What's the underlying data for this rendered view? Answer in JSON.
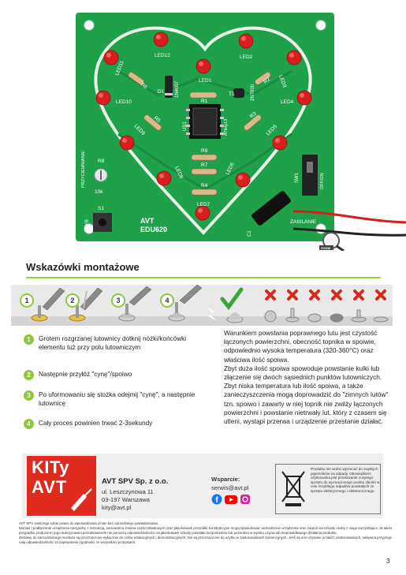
{
  "pcb": {
    "leds": [
      "LED12",
      "LED2",
      "LED11",
      "LED3",
      "LED1",
      "LED10",
      "LED4",
      "LED9",
      "LED5",
      "LED8",
      "LED6",
      "LED7"
    ],
    "labels": {
      "r6": "R6",
      "d1": "D1",
      "d1_part": "1N4007",
      "r1": "R1",
      "t1": "T1",
      "t1_part": "2N7000",
      "r2": "R2",
      "us1": "US1",
      "attiny": "ATtiny13",
      "r5": "R5",
      "r3": "R3",
      "r9": "R9",
      "r7": "R7",
      "r4": "R4",
      "r8": "R8",
      "przyciemnianie": "PRZYCIEMNIANIE",
      "pot": "10k",
      "s1": "S1",
      "tryb": "TRYB",
      "avt": "AVT",
      "edu": "EDU620",
      "sw1": "SW1",
      "onoff": "OFF/ON",
      "zasilanie": "ZASILANIE",
      "c1": "C1",
      "zoom": "ZOOM"
    }
  },
  "heading": "Wskazówki montażowe",
  "strip": {
    "badges": [
      "1",
      "2",
      "3",
      "4"
    ]
  },
  "steps": [
    {
      "num": "1",
      "text": "Grotem rozgrzanej lutownicy dotknij nóżki/końcówki elementu tuż przy polu lutowniczym"
    },
    {
      "num": "2",
      "text": "Następnie przyłóż \"cynę\"/spoiwo"
    },
    {
      "num": "3",
      "text": "Po uformowaniu się stożka odejmij \"cynę\", a następnie lutownicę"
    },
    {
      "num": "4",
      "text": "Cały proces powinien trwać 2-3sekundy"
    }
  ],
  "warning": "Warunkiem powstania poprawnego lutu jest czystość łączonych powierzchni, obecność topnika w spoiwie, odpowiednio wysoka temperatura (320-360°C) oraz właściwa ilość spoiwa.\nZbyt duża ilość spoiwa spowoduje powstanie kulki lub złączenie się dwóch sąsiednich punktów lutowniczych.\nZbyt niska temperatura lub ilość spoiwa, a także zanieczyszczenia mogą doprowadzić do \"zimnych lutów\" tzn. spoiwo i zawarty w niej topnik nie zwilży łączonych powierzchni i powstanie nietrwały lut, który z czasem się utleni, wystąpi przerwa i urządzenie przestanie działać.",
  "footer": {
    "logo_line1": "KITy",
    "logo_line2": "AVT",
    "company": "AVT SPV Sp. z o.o.",
    "address": [
      "ul. Leszczynowa 11",
      "03-197 Warszawa",
      "kity@avt.pl"
    ],
    "support_label": "Wsparcie:",
    "support_email": "serwis@avt.pl",
    "recycle_text": "Produktu nie wolno wyrzucać do zwykłych pojemników na odpady. Obowiązkiem użytkownika jest przekazanie zużytego sprzętu do wyznaczonego punktu zbiórki w celu recyklingu odpadów powstałych ze sprzętu elektrycznego i elektronicznego."
  },
  "legal": "AVT SPV zastrzega sobie prawo do wprowadzania zmian bez uprzedniego powiadamiania.\nMontaż i podłączenie urządzenia niezgodny z instrukcją, samowolna zmiana części składowych oraz jakiekolwiek przeróbki konstrukcyjne mogą spowodować uszkodzenie urządzenia oraz narazić na szkodę osoby z niego korzystające. W takim przypadku producent i jego autoryzowani przedstawiciele nie ponoszą odpowiedzialności za jakiekolwiek szkody powstałe bezpośrednio lub pośrednio w wyniku użycia lub nieprawidłowego działania produktu.\nZestawy do samodzielnego montażu są przeznaczone wyłącznie do celów edukacyjnych i demonstracyjnych. Nie są przeznaczone do użytku w zastosowaniach komercyjnych. Jeśli są one używane w takich zastosowaniach, nabywca przyjmuje całą odpowiedzialność za zapewnienie zgodności ze wszystkimi przepisami.",
  "page_number": "3",
  "colors": {
    "pcb_green": "#21a44b",
    "accent_green": "#8dc63f",
    "logo_red": "#e02a1e",
    "led_red": "#d91e1e"
  }
}
